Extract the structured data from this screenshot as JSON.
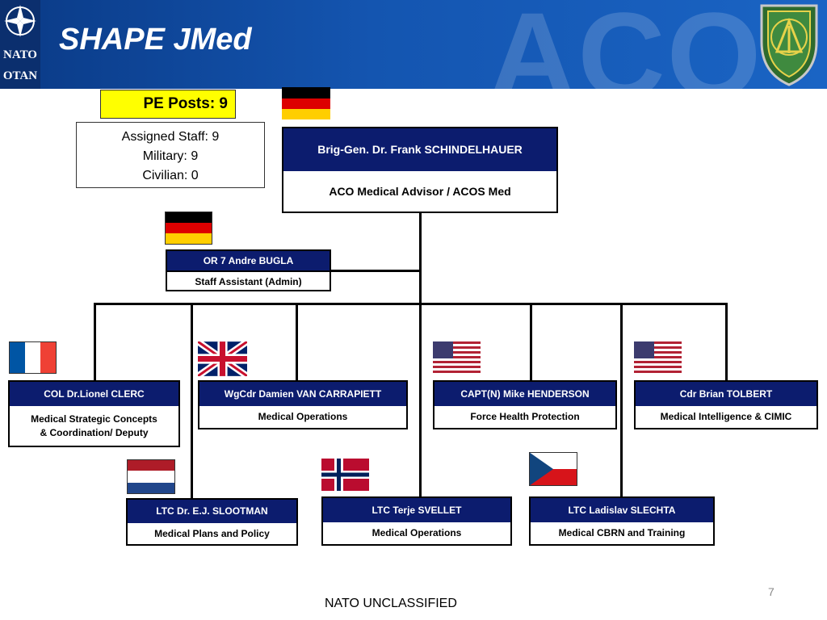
{
  "slide": {
    "title": "SHAPE JMed",
    "watermark": "ACO",
    "nato_logo_top": "NATO",
    "nato_logo_bottom": "OTAN",
    "pe_posts": "PE Posts: 9",
    "staff": {
      "assigned": "Assigned Staff: 9",
      "military": "Military: 9",
      "civilian": "Civilian: 0"
    },
    "page_number": "7",
    "footer": "NATO UNCLASSIFIED"
  },
  "org": {
    "head": {
      "name": "Brig-Gen. Dr. Frank SCHINDELHAUER",
      "role": "ACO Medical Advisor  / ACOS Med",
      "flag": "germany"
    },
    "assistant": {
      "name": "OR 7 Andre BUGLA",
      "role": "Staff Assistant (Admin)",
      "flag": "germany"
    },
    "row1": [
      {
        "name": "COL Dr.Lionel CLERC",
        "role_line1": "Medical Strategic Concepts",
        "role_line2": "& Coordination/ Deputy",
        "flag": "france"
      },
      {
        "name": "WgCdr  Damien VAN CARRAPIETT",
        "role": "Medical Operations",
        "flag": "united-kingdom"
      },
      {
        "name": "CAPT(N) Mike HENDERSON",
        "role": "Force Health Protection",
        "flag": "united-states"
      },
      {
        "name": "Cdr Brian TOLBERT",
        "role": "Medical Intelligence  & CIMIC",
        "flag": "united-states"
      }
    ],
    "row2": [
      {
        "name": "LTC  Dr. E.J. SLOOTMAN",
        "role": "Medical Plans and Policy",
        "flag": "netherlands"
      },
      {
        "name": "LTC  Terje SVELLET",
        "role": "Medical Operations",
        "flag": "norway"
      },
      {
        "name": "LTC Ladislav SLECHTA",
        "role": "Medical CBRN and Training",
        "flag": "czech-republic"
      }
    ]
  },
  "colors": {
    "header_blue": "#1455b0",
    "card_name_bg": "#0c1c6e",
    "pe_yellow": "#ffff00"
  }
}
